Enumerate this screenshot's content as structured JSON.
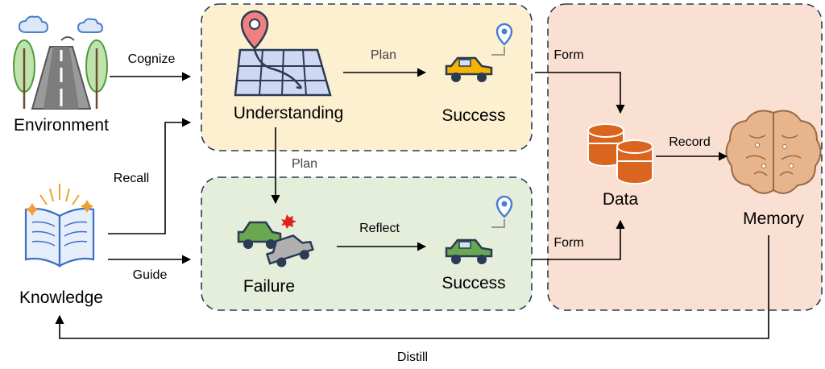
{
  "nodes": {
    "environment": "Environment",
    "knowledge": "Knowledge",
    "understanding": "Understanding",
    "success_top": "Success",
    "failure": "Failure",
    "success_bottom": "Success",
    "data": "Data",
    "memory": "Memory"
  },
  "edges": {
    "cognize": "Cognize",
    "recall": "Recall",
    "guide": "Guide",
    "plan_top": "Plan",
    "plan_down": "Plan",
    "reflect": "Reflect",
    "form_top": "Form",
    "form_bottom": "Form",
    "record": "Record",
    "distill": "Distill"
  },
  "colors": {
    "upper_panel_fill": "#fdf0d0",
    "lower_panel_fill": "#e4eedb",
    "right_panel_fill": "#f9e0d2",
    "panel_border": "#2b3a55",
    "car_yellow": "#f4b400",
    "car_green": "#6aa84f",
    "car_gray": "#b0b0b0",
    "map_blue": "#cfd8f2",
    "pin_red": "#f08080",
    "pin_blue": "#4a7fd4",
    "database_orange": "#d9651f",
    "brain_tan": "#e8b48c",
    "book_blue": "#4a7fd4",
    "tree_green": "#8cc97a"
  }
}
